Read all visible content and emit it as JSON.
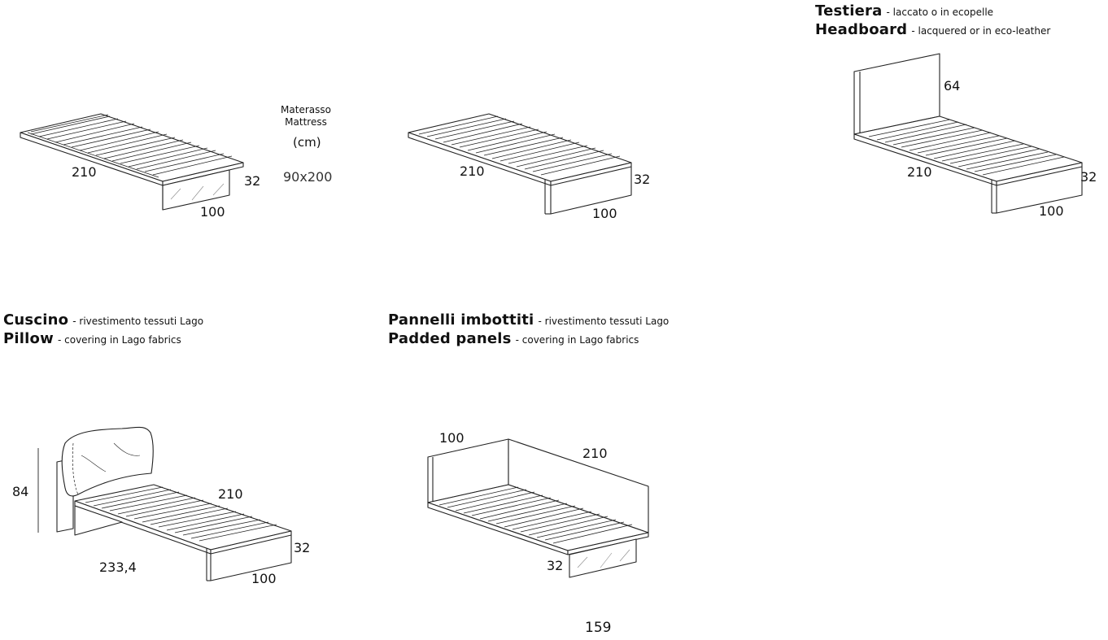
{
  "mattress": {
    "label_it": "Materasso",
    "label_en": "Mattress",
    "unit": "(cm)",
    "size": "90x200"
  },
  "bed1": {
    "dims": {
      "length": "210",
      "height": "32",
      "width": "100"
    }
  },
  "bed2": {
    "dims": {
      "length": "210",
      "height": "32",
      "width": "100"
    }
  },
  "headboard": {
    "title_it": "Testiera",
    "desc_it": "- laccato o in ecopelle",
    "title_en": "Headboard",
    "desc_en": "- lacquered or in eco-leather",
    "dims": {
      "headboard_height": "64",
      "length": "210",
      "height": "32",
      "width": "100"
    }
  },
  "pillow": {
    "title_it": "Cuscino",
    "desc_it": "- rivestimento tessuti Lago",
    "title_en": "Pillow",
    "desc_en": "- covering in Lago fabrics",
    "dims": {
      "total_height": "84",
      "length": "210",
      "height": "32",
      "total_length": "233,4",
      "width": "100"
    }
  },
  "panels": {
    "title_it": "Pannelli imbottiti",
    "desc_it": "- rivestimento tessuti Lago",
    "title_en": "Padded panels",
    "desc_en": "- covering in Lago fabrics",
    "dims": {
      "width": "100",
      "length": "210",
      "height": "32"
    }
  },
  "page_number": "159"
}
